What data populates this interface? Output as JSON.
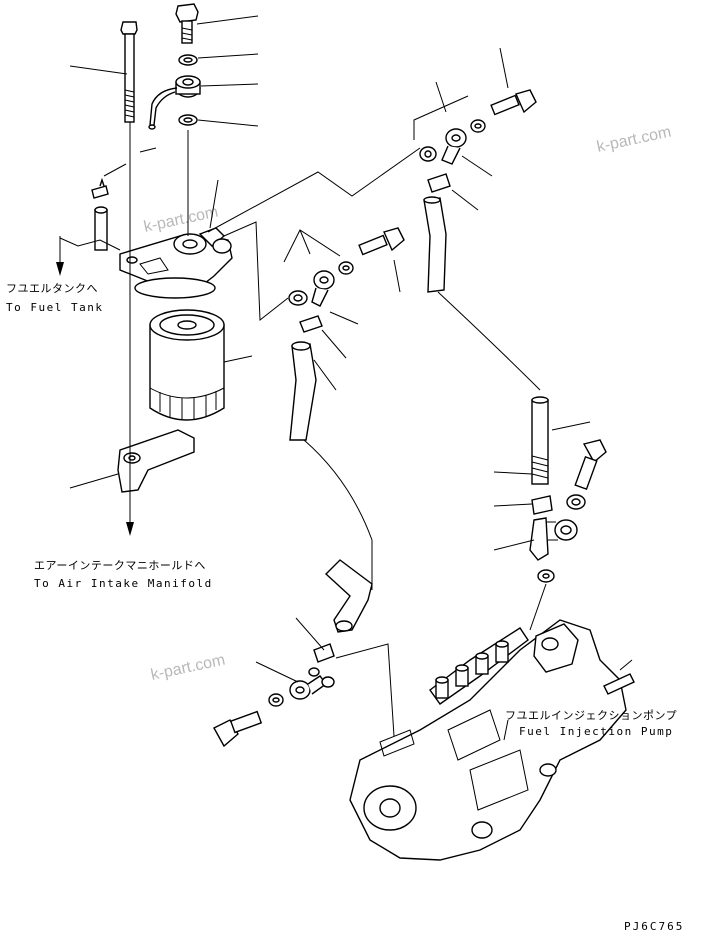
{
  "labels": {
    "fuel_tank_jp": "フユエルタンクへ",
    "fuel_tank_en": "To Fuel Tank",
    "air_intake_jp": "エアーインテークマニホールドへ",
    "air_intake_en": "To Air Intake Manifold",
    "pump_jp": "フユエルインジェクションポンプ",
    "pump_en": "Fuel Injection Pump"
  },
  "watermark": "k-part.com",
  "drawing_code": "PJ6C765"
}
